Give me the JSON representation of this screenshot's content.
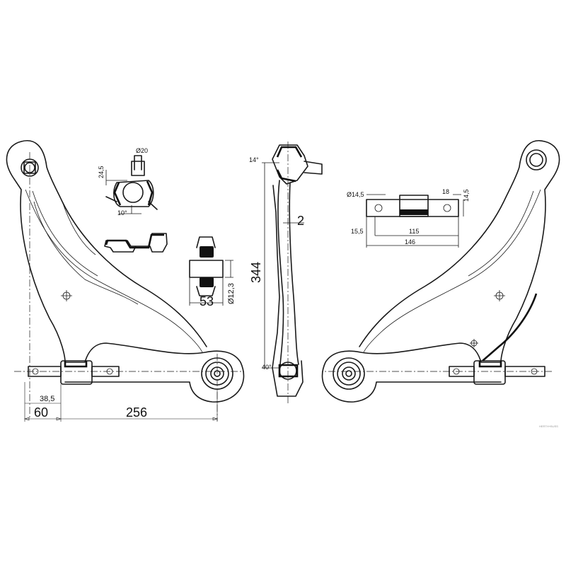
{
  "dimensions": {
    "left_arm": {
      "bushing_offset": "38,5",
      "left_span": "60",
      "main_span": "256"
    },
    "ball_joint_detail": {
      "diameter": "Ø20",
      "height": "24,5",
      "angle": "10°"
    },
    "bushing_detail": {
      "width": "53",
      "bore": "Ø12,3"
    },
    "side_view": {
      "top_angle": "14°",
      "bottom_angle": "40°",
      "length": "344",
      "offset": "2"
    },
    "rear_bushing_detail": {
      "hole_diameter": "Ø14,5",
      "tab_width": "18",
      "tab_height": "14,5",
      "offset": "15,5",
      "inner_span": "115",
      "overall_span": "146"
    }
  },
  "watermark": "HERTH+BUSS"
}
